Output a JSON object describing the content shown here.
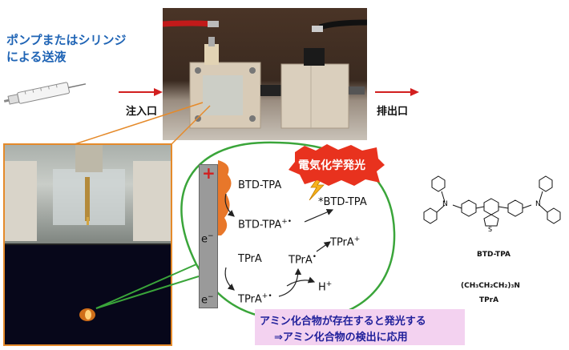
{
  "pump_label": {
    "line1": "ポンプまたはシリンジ",
    "line2": "による送液"
  },
  "ports": {
    "inlet": "注入口",
    "outlet": "排出口"
  },
  "ecl_badge": "電気化学発光",
  "electrode": {
    "plus": "+",
    "e1": "e",
    "e2": "e",
    "minus_sup": "−"
  },
  "species": {
    "btd_tpa": "BTD-TPA",
    "btd_tpa_cation": "BTD-TPA",
    "btd_tpa_cation_sup": "+•",
    "excited": "*BTD-TPA",
    "tpra_plus": "TPrA",
    "tpra_plus_sup": "+",
    "tpra": "TPrA",
    "tpra_radical": "TPrA",
    "tpra_radical_sup": "•",
    "tpra_cation": "TPrA",
    "tpra_cation_sup": "+•",
    "h_plus": "H",
    "h_plus_sup": "+"
  },
  "bottom_text": {
    "line1": "アミン化合物が存在すると発光する",
    "line2": "⇒アミン化合物の検出に応用"
  },
  "structures": {
    "btd_label": "BTD-TPA",
    "tpra_formula": "(CH₃CH₂CH₂)₃N",
    "tpra_label": "TPrA",
    "n_atom": "N",
    "s_atom": "S"
  },
  "colors": {
    "pump_text": "#1f64b5",
    "arrow_red": "#d21f1f",
    "loop_green": "#3aa53a",
    "inset_border": "#e58a2a",
    "badge_red": "#e8321e",
    "bottom_bg": "#f3d2f0",
    "bottom_text": "#1f1f9a"
  }
}
